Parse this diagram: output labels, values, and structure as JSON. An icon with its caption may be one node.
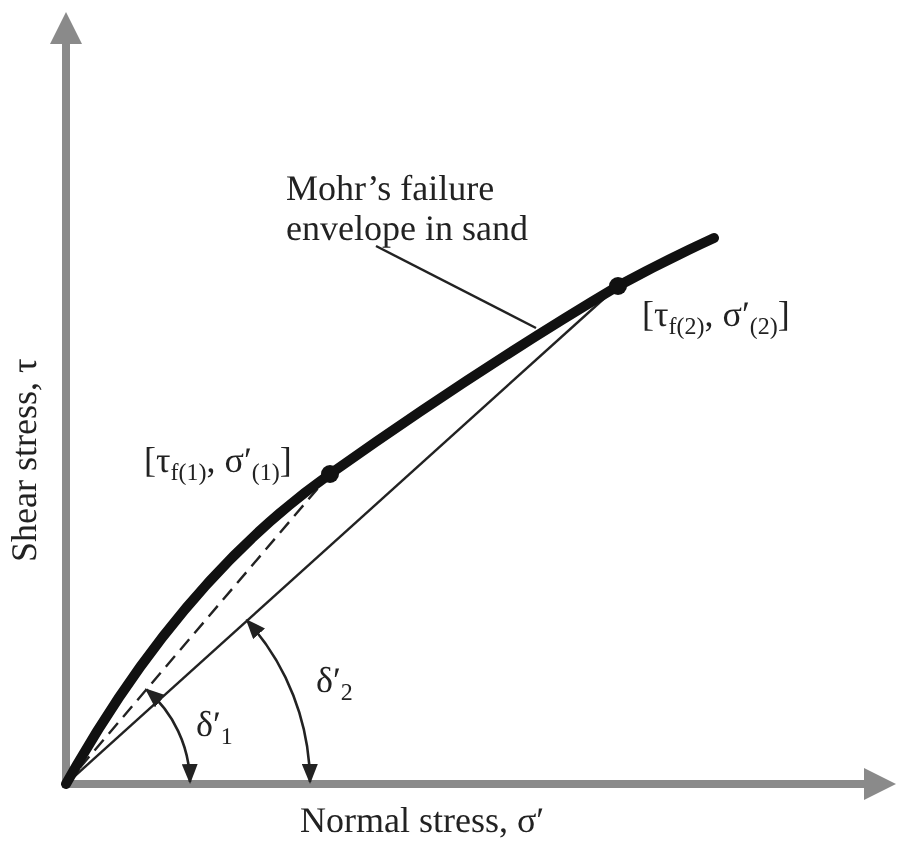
{
  "diagram": {
    "nodes": [
      {
        "text": [
          "Mohr’s failure envelope in sand"
        ]
      },
      {
        "text": [],
        "shape": "line"
      }
    ],
    "edges": [
      {
        "from": 0,
        "to": 1,
        "arrow": "none"
      }
    ],
    "labels": [
      "[τ$_{f(2)}$, σ′$_{(2)}$]",
      "[τ$_{f(1)}$, σ′$_{(1)}$]",
      "δ′$_{2}$",
      "δ′$_{1}$",
      "Shear stress, τ",
      "Normal stress, σ′"
    ]
  }
}
